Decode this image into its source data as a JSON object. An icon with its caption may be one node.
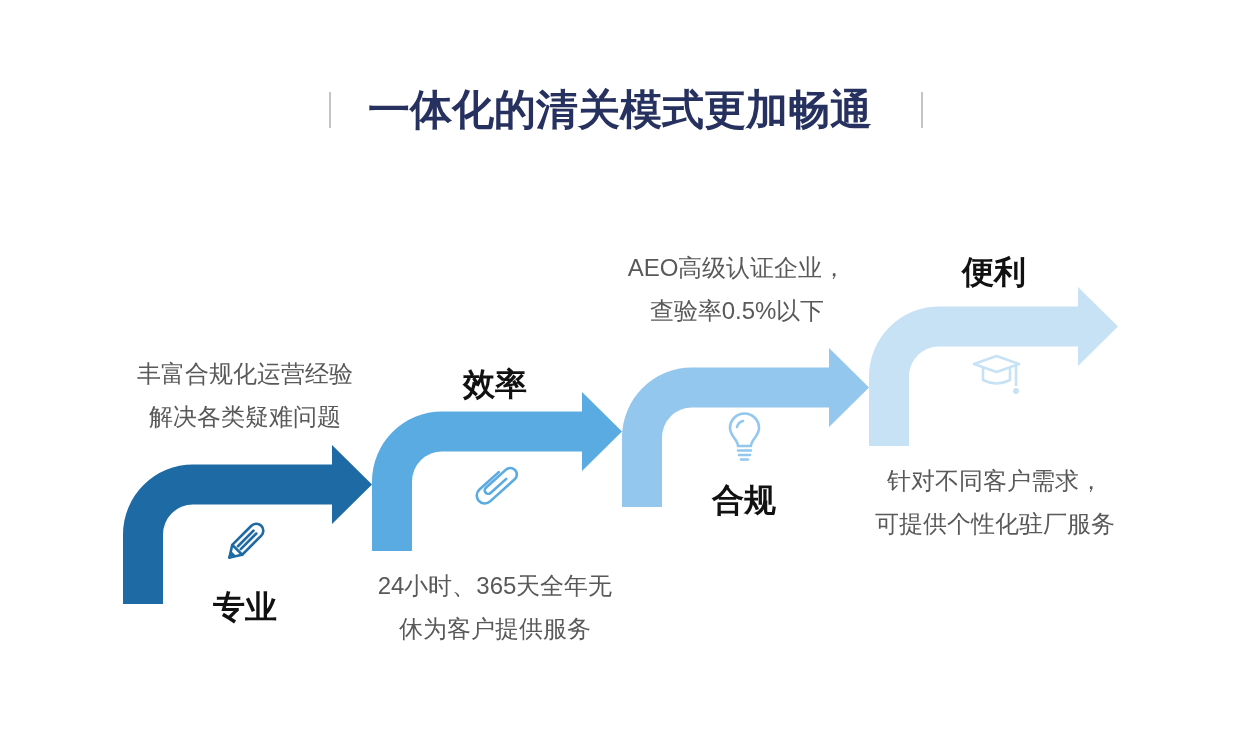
{
  "diagram": {
    "title": "一体化的清关模式更加畅通",
    "nodes": [
      {
        "text": [
          "专业"
        ],
        "beside": [
          "丰富合规化运营经验解决各类疑难问题"
        ]
      },
      {
        "text": [
          "效率"
        ],
        "beside": [
          "24小时、365天全年无休为客户提供服务"
        ]
      },
      {
        "text": [
          "合规"
        ],
        "beside": [
          "AEO高级认证企业，查验率0.5%以下"
        ]
      },
      {
        "text": [
          "便利"
        ],
        "beside": [
          "针对不同客户需求，可提供个性化驻厂服务"
        ]
      }
    ],
    "edges": [
      {
        "from": 0,
        "to": 1,
        "arrow": "to",
        "style": "thick",
        "color": "#1d6aa4"
      },
      {
        "from": 1,
        "to": 2,
        "arrow": "to",
        "style": "thick",
        "color": "#5aabe2"
      },
      {
        "from": 2,
        "to": 3,
        "arrow": "to",
        "style": "thick",
        "color": "#93c7ed"
      },
      {
        "from": 3,
        "to": null,
        "arrow": "to",
        "style": "thick",
        "color": "#c8e2f5"
      }
    ]
  }
}
